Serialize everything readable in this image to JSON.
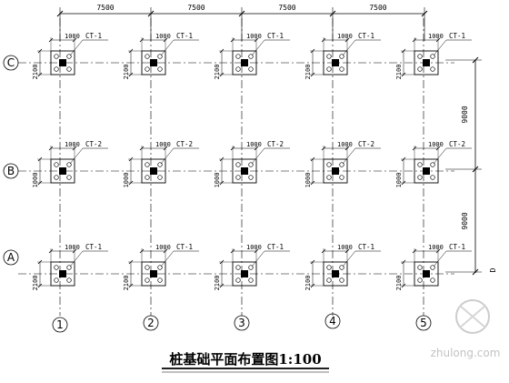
{
  "top_dims": [
    "7500",
    "7500",
    "7500",
    "7500"
  ],
  "right_dims": [
    "9000",
    "9000"
  ],
  "right_tag": "D",
  "col_labels": [
    "1",
    "2",
    "3",
    "4",
    "5"
  ],
  "row_labels": [
    "C",
    "B",
    "A"
  ],
  "cap_size_top": "1000",
  "left_dims": [
    "2100",
    "1000",
    "2100"
  ],
  "cap_tags": [
    "CT-1",
    "CT-2",
    "CT-1"
  ],
  "title": "桩基础平面布置图1:100",
  "watermark": "zhulong.com"
}
